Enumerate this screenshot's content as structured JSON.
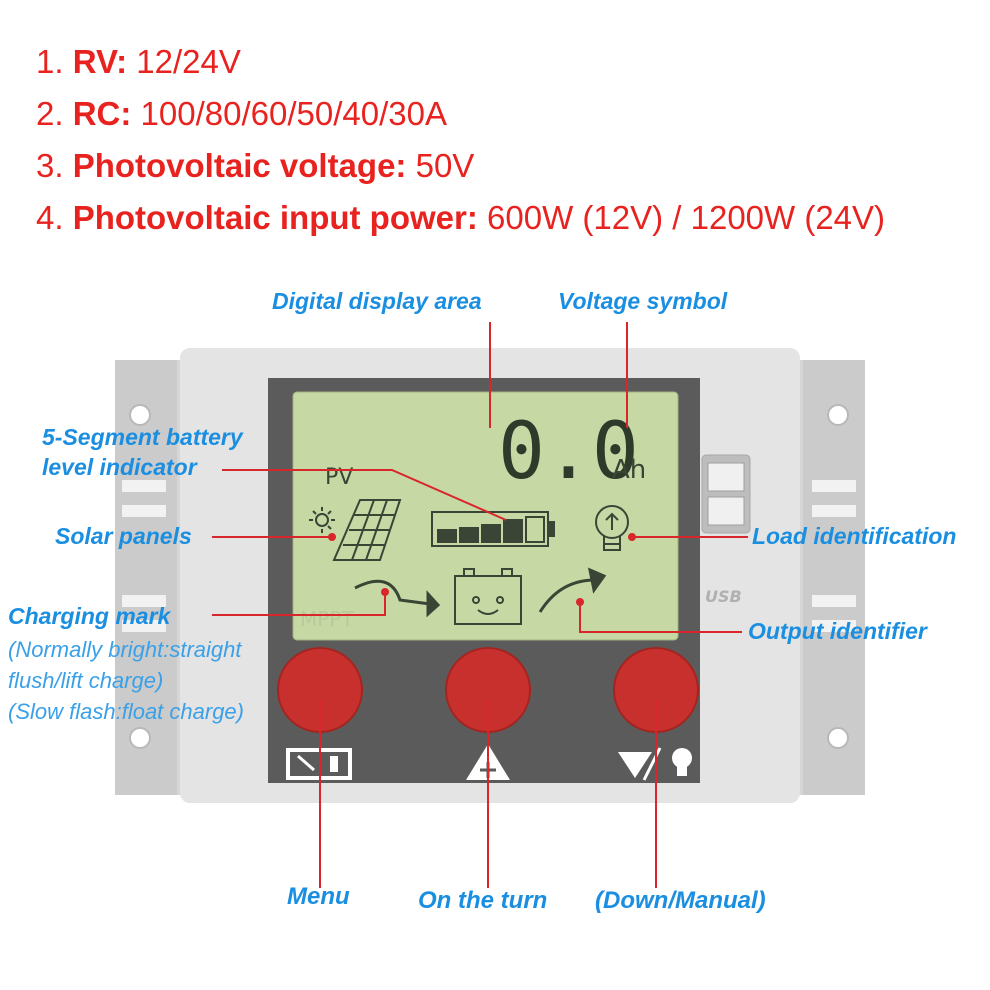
{
  "specs": [
    {
      "num": "1.",
      "key": "RV:",
      "value": "12/24V"
    },
    {
      "num": "2.",
      "key": "RC:",
      "value": "100/80/60/50/40/30A"
    },
    {
      "num": "3.",
      "key": "Photovoltaic voltage:",
      "value": "50V"
    },
    {
      "num": "4.",
      "key": "Photovoltaic input power:",
      "value": "600W (12V) / 1200W (24V)"
    }
  ],
  "lcd": {
    "reading": "0.0",
    "unit": "Ah",
    "pv_text": "PV",
    "logo_text": "MPPT",
    "usb_text": "USB"
  },
  "labels": {
    "digital_display": "Digital display area",
    "voltage_symbol": "Voltage symbol",
    "battery_indicator_line1": "5-Segment battery",
    "battery_indicator_line2": "level indicator",
    "solar_panels": "Solar panels",
    "load_identification": "Load identification",
    "charging_mark": "Charging mark",
    "charging_note_1": "(Normally bright:straight",
    "charging_note_2": "flush/lift charge)",
    "charging_note_3": "(Slow flash:float charge)",
    "output_identifier": "Output identifier",
    "menu": "Menu",
    "on_the_turn": "On the turn",
    "down_manual": "(Down/Manual)"
  },
  "colors": {
    "spec_text": "#e8231f",
    "label_text": "#1a8ee0",
    "pointer_line": "#d8262a",
    "lcd_bg": "#c6d9a5",
    "panel": "#595959",
    "button": "#c7302c",
    "housing": "#d6d6d6"
  },
  "icons": [
    "sun-icon",
    "solar-panel-icon",
    "battery-level-icon",
    "bulb-icon",
    "charge-arrow-icon",
    "battery-face-icon",
    "output-arrow-icon",
    "menu-battery-icon",
    "up-triangle-icon",
    "down-bulb-icon",
    "usb-port-icon"
  ]
}
